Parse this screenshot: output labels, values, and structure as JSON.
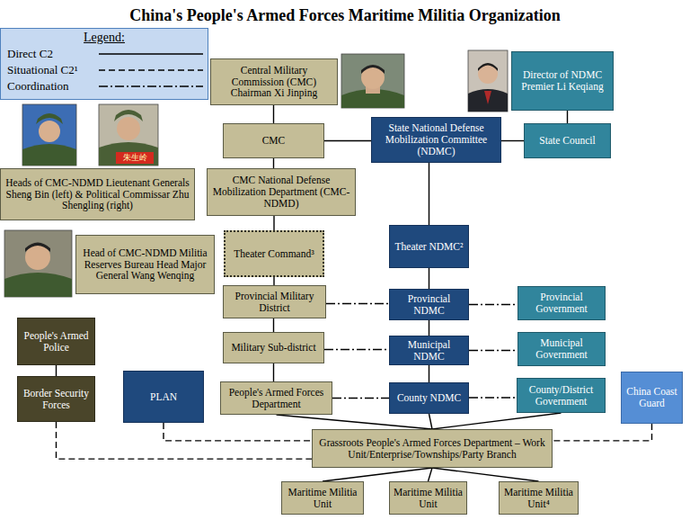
{
  "diagram": {
    "title": "China's People's Armed Forces Maritime Militia Organization",
    "nodes": [
      {
        "text": [
          "Central Military Commission (CMC) Chairman Xi Jinping"
        ]
      },
      {
        "text": [
          "Director of NDMC Premier Li Keqiang"
        ]
      },
      {
        "text": [
          "CMC"
        ]
      },
      {
        "text": [
          "State National Defense Mobilization Committee (NDMC)"
        ]
      },
      {
        "text": [
          "State Council"
        ]
      },
      {
        "text": [
          "Heads of CMC-NDMD Lieutenant Generals Sheng Bin (left) & Political Commissar Zhu Shengling (right)"
        ]
      },
      {
        "text": [
          "CMC National Defense Mobilization Department (CMC-NDMD)"
        ]
      },
      {
        "text": [
          "Theater Command³"
        ]
      },
      {
        "text": [
          "Theater NDMC²"
        ]
      },
      {
        "text": [
          "Head of CMC-NDMD Militia Reserves Bureau Head Major General Wang Wenqing"
        ]
      },
      {
        "text": [
          "Provincial Military District"
        ]
      },
      {
        "text": [
          "Provincial NDMC"
        ]
      },
      {
        "text": [
          "Provincial Government"
        ]
      },
      {
        "text": [
          "People's Armed Police"
        ]
      },
      {
        "text": [
          "Military Sub-district"
        ]
      },
      {
        "text": [
          "Municipal NDMC"
        ]
      },
      {
        "text": [
          "Municipal Government"
        ]
      },
      {
        "text": [
          "Border Security Forces"
        ]
      },
      {
        "text": [
          "PLAN"
        ]
      },
      {
        "text": [
          "People's Armed Forces Department"
        ]
      },
      {
        "text": [
          "County NDMC"
        ]
      },
      {
        "text": [
          "County/District Government"
        ]
      },
      {
        "text": [
          "China Coast Guard"
        ]
      },
      {
        "text": [
          "Grassroots People's Armed Forces Department – Work Unit/Enterprise/Townships/Party Branch"
        ]
      },
      {
        "text": [
          "Maritime Militia Unit"
        ]
      },
      {
        "text": [
          "Maritime Militia Unit"
        ]
      },
      {
        "text": [
          "Maritime Militia Unit⁴"
        ]
      }
    ],
    "edges": [
      {
        "from": 0,
        "to": 2,
        "arrow": "none"
      },
      {
        "from": 1,
        "to": 4,
        "arrow": "none"
      },
      {
        "from": 2,
        "to": 3,
        "arrow": "none"
      },
      {
        "from": 3,
        "to": 4,
        "arrow": "none"
      },
      {
        "from": 2,
        "to": 6,
        "arrow": "none"
      },
      {
        "from": 6,
        "to": 7,
        "arrow": "none"
      },
      {
        "from": 3,
        "to": 8,
        "arrow": "none"
      },
      {
        "from": 7,
        "to": 10,
        "arrow": "none"
      },
      {
        "from": 8,
        "to": 11,
        "arrow": "none"
      },
      {
        "from": 10,
        "to": 11,
        "arrow": "none"
      },
      {
        "from": 11,
        "to": 12,
        "arrow": "none"
      },
      {
        "from": 10,
        "to": 14,
        "arrow": "none"
      },
      {
        "from": 11,
        "to": 15,
        "arrow": "none"
      },
      {
        "from": 13,
        "to": 17,
        "arrow": "none"
      },
      {
        "from": 14,
        "to": 15,
        "arrow": "none"
      },
      {
        "from": 15,
        "to": 16,
        "arrow": "none"
      },
      {
        "from": 14,
        "to": 19,
        "arrow": "none"
      },
      {
        "from": 15,
        "to": 20,
        "arrow": "none"
      },
      {
        "from": 19,
        "to": 20,
        "arrow": "none"
      },
      {
        "from": 20,
        "to": 21,
        "arrow": "none"
      },
      {
        "from": 19,
        "to": 23,
        "arrow": "none"
      },
      {
        "from": 20,
        "to": 23,
        "arrow": "none"
      },
      {
        "from": 21,
        "to": 23,
        "arrow": "none"
      },
      {
        "from": 17,
        "to": 23,
        "arrow": "none"
      },
      {
        "from": 18,
        "to": 23,
        "arrow": "none"
      },
      {
        "from": 22,
        "to": 23,
        "arrow": "none"
      },
      {
        "from": 23,
        "to": 24,
        "arrow": "none"
      },
      {
        "from": 23,
        "to": 25,
        "arrow": "none"
      },
      {
        "from": 23,
        "to": 26,
        "arrow": "none"
      }
    ],
    "labels": [
      "Legend:",
      "朱生岭"
    ],
    "legend": [
      {
        "text": "Direct C2"
      },
      {
        "text": "Situational C2¹"
      },
      {
        "text": "Coordination"
      }
    ]
  }
}
